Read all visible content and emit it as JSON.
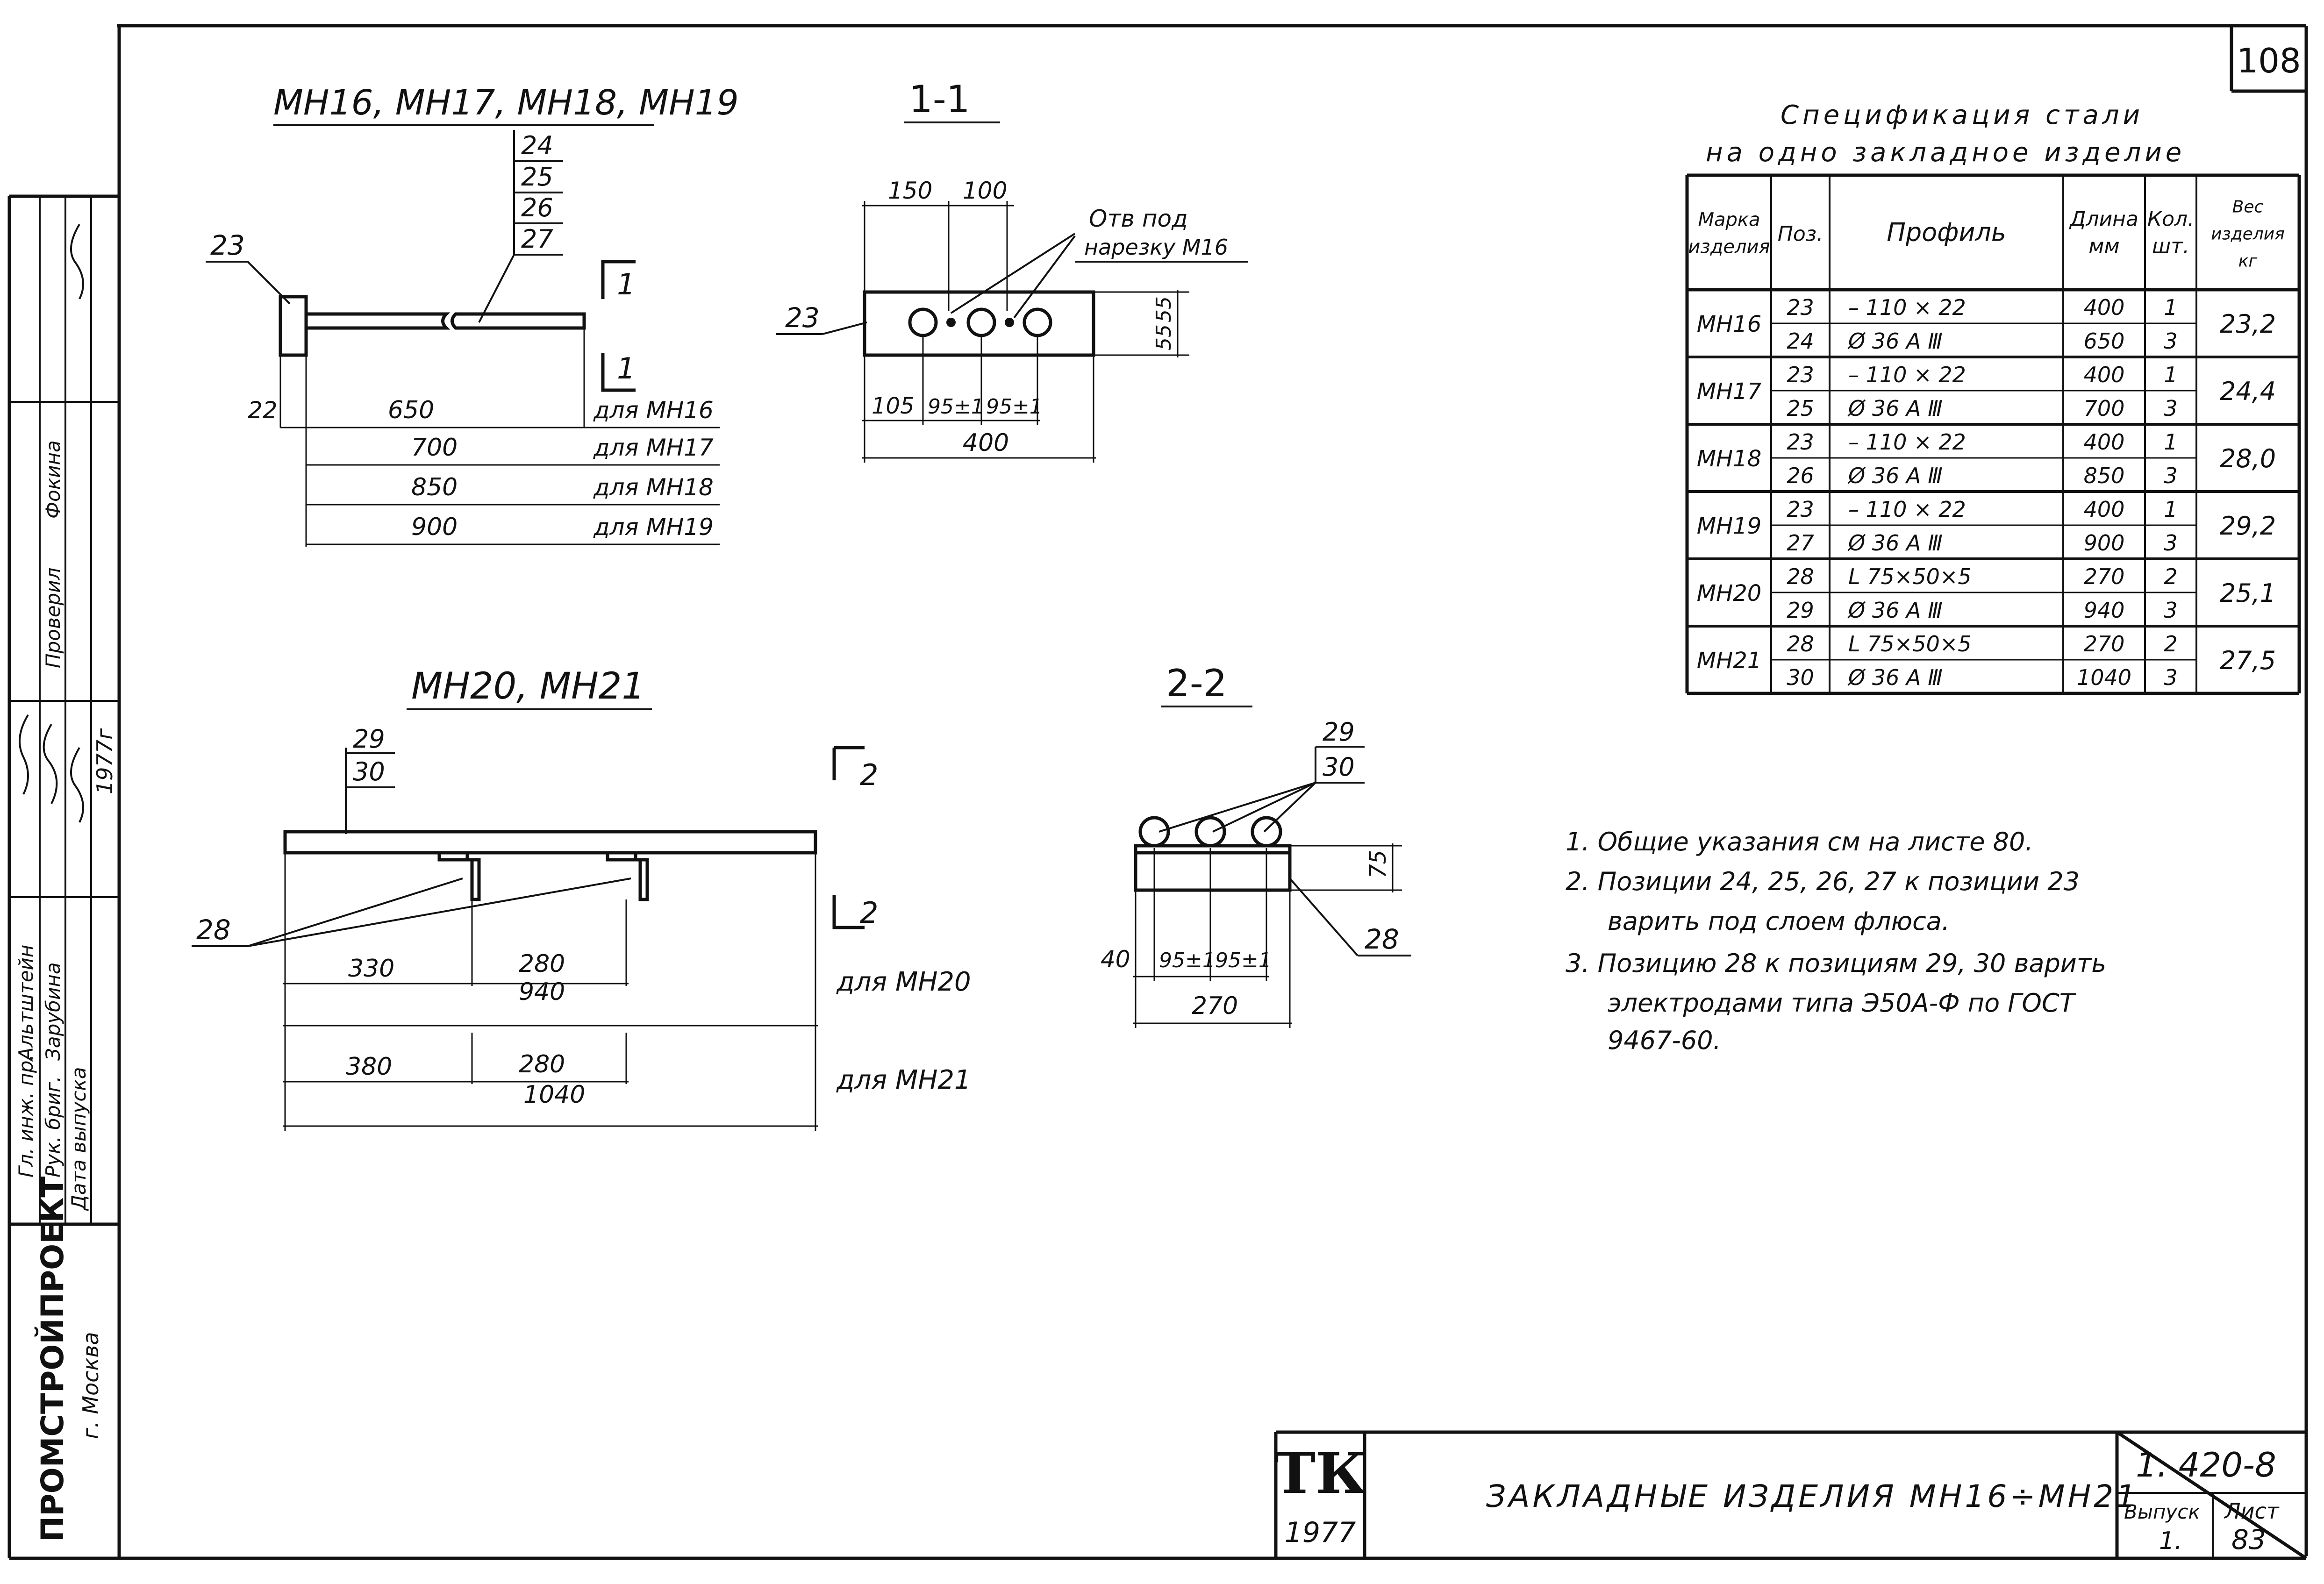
{
  "sheet": {
    "number": "108",
    "title": "ЗАКЛАДНЫЕ ИЗДЕЛИЯ МН16÷МН21",
    "code": "1. 420-8",
    "vypusk_label": "Выпуск",
    "vypusk_value": "1.",
    "list_label": "Лист",
    "list_value": "83",
    "logo_text": "ТК",
    "logo_year": "1977"
  },
  "side_stamp": {
    "org": "ПРОМСТРОЙПРОЕКТ",
    "city": "г. Москва",
    "rows": [
      "Гл. инж. пр.",
      "Рук. бриг.",
      "Дата выпуска"
    ],
    "names": [
      "Альтштейн",
      "Зарубина",
      "Фокина"
    ],
    "checked": "Проверил",
    "year": "1977г"
  },
  "view_top": {
    "title": "МН16, МН17, МН18, МН19",
    "positions": [
      "24",
      "25",
      "26",
      "27"
    ],
    "pos_plate": "23",
    "cut_mark": "1",
    "dim_left": "22",
    "dims": [
      {
        "value": "650",
        "label": "для МН16"
      },
      {
        "value": "700",
        "label": "для МН17"
      },
      {
        "value": "850",
        "label": "для МН18"
      },
      {
        "value": "900",
        "label": "для МН19"
      }
    ]
  },
  "section_1": {
    "title": "1-1",
    "top_dims": [
      "150",
      "100"
    ],
    "hole_note_1": "Отв под",
    "hole_note_2": "нарезку М16",
    "pos": "23",
    "side_dims": [
      "55",
      "55"
    ],
    "bottom_dims": [
      "105",
      "95±1",
      "95±1"
    ],
    "overall": "400"
  },
  "view_bottom": {
    "title": "МН20, МН21",
    "positions": [
      "29",
      "30"
    ],
    "pos_angle": "28",
    "cut_mark": "2",
    "mh20_dims": [
      "330",
      "280"
    ],
    "mh20_total": "940",
    "mh20_label": "для МН20",
    "mh21_dims": [
      "380",
      "280"
    ],
    "mh21_total": "1040",
    "mh21_label": "для МН21"
  },
  "section_2": {
    "title": "2-2",
    "positions": [
      "29",
      "30"
    ],
    "pos_angle": "28",
    "height": "75",
    "bottom_dims": [
      "40",
      "95±1",
      "95±1"
    ],
    "overall": "270"
  },
  "spec": {
    "title_1": "Спецификация   стали",
    "title_2": "на  одно  закладное  изделие",
    "headers": [
      "Марка изделия",
      "Поз.",
      "Профиль",
      "Длина мм",
      "Кол. шт.",
      "Вес изделия кг"
    ],
    "groups": [
      {
        "mark": "МН16",
        "weight": "23,2",
        "rows": [
          [
            "23",
            "– 110 × 22",
            "400",
            "1"
          ],
          [
            "24",
            "Ø 36 А Ⅲ",
            "650",
            "3"
          ]
        ]
      },
      {
        "mark": "МН17",
        "weight": "24,4",
        "rows": [
          [
            "23",
            "– 110 × 22",
            "400",
            "1"
          ],
          [
            "25",
            "Ø 36 А Ⅲ",
            "700",
            "3"
          ]
        ]
      },
      {
        "mark": "МН18",
        "weight": "28,0",
        "rows": [
          [
            "23",
            "– 110 × 22",
            "400",
            "1"
          ],
          [
            "26",
            "Ø 36 А Ⅲ",
            "850",
            "3"
          ]
        ]
      },
      {
        "mark": "МН19",
        "weight": "29,2",
        "rows": [
          [
            "23",
            "– 110 × 22",
            "400",
            "1"
          ],
          [
            "27",
            "Ø 36 А Ⅲ",
            "900",
            "3"
          ]
        ]
      },
      {
        "mark": "МН20",
        "weight": "25,1",
        "rows": [
          [
            "28",
            "L 75×50×5",
            "270",
            "2"
          ],
          [
            "29",
            "Ø 36 А Ⅲ",
            "940",
            "3"
          ]
        ]
      },
      {
        "mark": "МН21",
        "weight": "27,5",
        "rows": [
          [
            "28",
            "L 75×50×5",
            "270",
            "2"
          ],
          [
            "30",
            "Ø 36 А Ⅲ",
            "1040",
            "3"
          ]
        ]
      }
    ]
  },
  "notes": [
    "1. Общие указания см на листе 80.",
    "2. Позиции 24, 25, 26, 27 к позиции 23",
    "варить под слоем флюса.",
    "3. Позицию 28 к позициям 29, 30 варить",
    "электродами типа Э50А-Ф по ГОСТ",
    "9467-60."
  ]
}
